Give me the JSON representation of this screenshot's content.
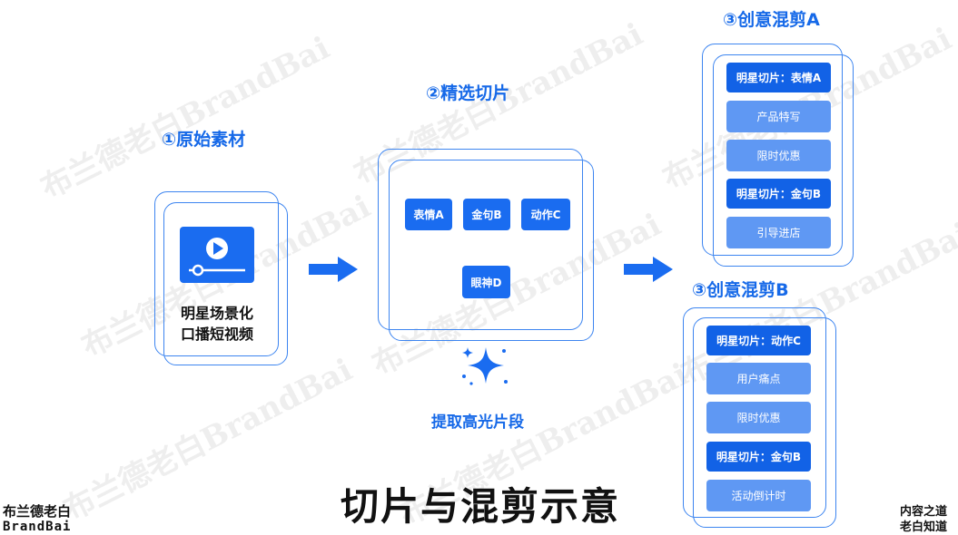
{
  "watermark": "布兰德老白BrandBai",
  "step1": {
    "title": "①原始素材",
    "caption_line1": "明星场景化",
    "caption_line2": "口播短视频"
  },
  "step2": {
    "title": "②精选切片",
    "chips": [
      "表情A",
      "金句B",
      "动作C",
      "眼神D"
    ],
    "caption": "提取高光片段"
  },
  "step3a": {
    "title": "③创意混剪A",
    "rows": [
      "明星切片：表情A",
      "产品特写",
      "限时优惠",
      "明星切片：金句B",
      "引导进店"
    ]
  },
  "step3b": {
    "title": "③创意混剪B",
    "rows": [
      "明星切片：动作C",
      "用户痛点",
      "限时优惠",
      "明星切片：金句B",
      "活动倒计时"
    ]
  },
  "main_title": "切片与混剪示意",
  "brand": {
    "line1": "布兰德老白",
    "line2": "BrandBai"
  },
  "corner_right": {
    "line1": "内容之道",
    "line2": "老白知道"
  },
  "colors": {
    "primary": "#1a6cf0",
    "light": "#5f98f3",
    "title_blue": "#1669e8"
  },
  "icons": {
    "video": "video-player-icon",
    "sparkle": "sparkle-icon",
    "arrow": "right-arrow-icon"
  }
}
